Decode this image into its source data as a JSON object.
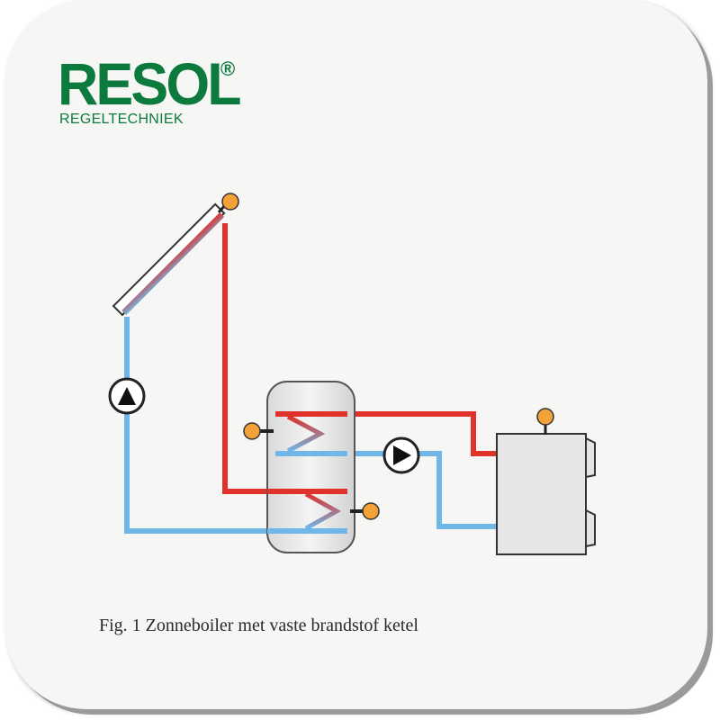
{
  "logo": {
    "brand": "RESOL",
    "registered": "®",
    "tagline": "REGELTECHNIEK"
  },
  "caption": "Fig. 1 Zonneboiler met vaste brandstof ketel",
  "colors": {
    "brand_green": "#0c7a3c",
    "hot_pipe": "#e0312a",
    "cold_pipe": "#6fb7e6",
    "sensor": "#f3a23a",
    "card_bg": "#f6f6f4"
  },
  "components": {
    "collector": "solar-collector-icon",
    "tank": "storage-tank-icon",
    "boiler": "solid-fuel-boiler-icon",
    "pumps": [
      "pump-icon",
      "pump-icon"
    ],
    "sensors": [
      "temperature-sensor-icon",
      "temperature-sensor-icon",
      "temperature-sensor-icon",
      "temperature-sensor-icon"
    ]
  }
}
